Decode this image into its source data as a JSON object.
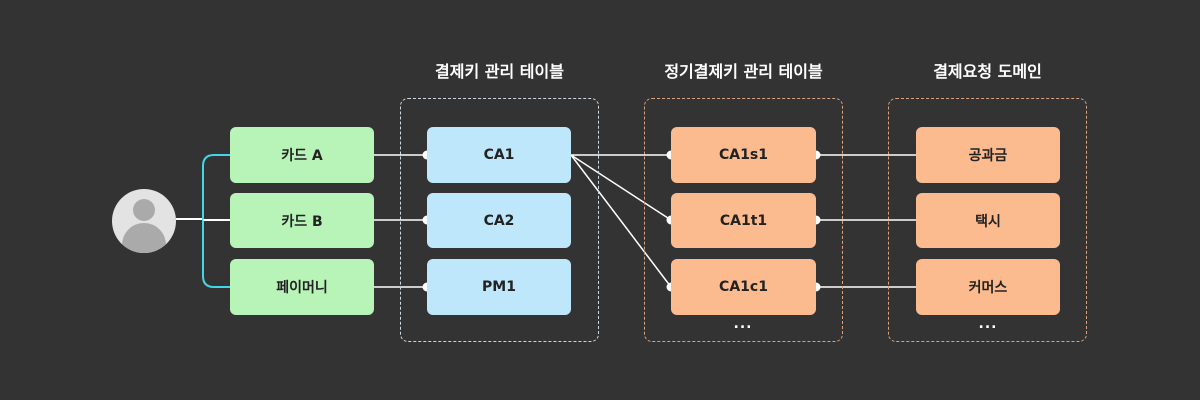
{
  "titles": {
    "paykey": "결제키 관리 테이블",
    "recurring": "정기결제키 관리 테이블",
    "domain": "결제요청 도메인"
  },
  "methods": {
    "card_a": "카드 A",
    "card_b": "카드 B",
    "paymoney": "페이머니"
  },
  "paykeys": {
    "ca1": "CA1",
    "ca2": "CA2",
    "pm1": "PM1"
  },
  "recurring_keys": {
    "ca1s1": "CA1s1",
    "ca1t1": "CA1t1",
    "ca1c1": "CA1c1",
    "more": "..."
  },
  "domains": {
    "public": "공과금",
    "taxi": "택시",
    "commerce": "커머스",
    "more": "..."
  },
  "colors": {
    "background": "#333333",
    "method_node": "#b8f3b8",
    "paykey_node": "#bfe7fb",
    "recurring_node": "#fbbb8f",
    "accent_line": "#40d8e8",
    "connector": "#ffffff",
    "paykey_group_border": "#c9d8e6",
    "orange_group_border": "#d9a37e"
  },
  "icons": {
    "user": "user-avatar-icon"
  }
}
